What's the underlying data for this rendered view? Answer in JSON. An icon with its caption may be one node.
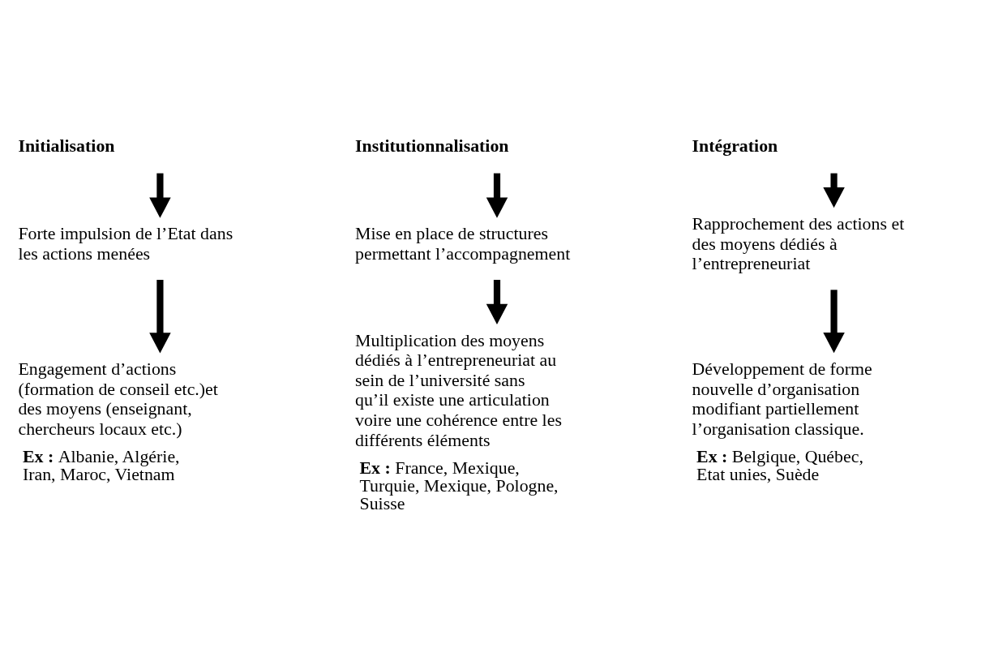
{
  "diagram": {
    "nodes": [
      {
        "text": [
          "Initialisation"
        ]
      },
      {
        "text": [
          "Forte impulsion de l’Etat dans les actions menées"
        ]
      },
      {
        "text": [
          "Engagement d’actions (formation de conseil etc.)et des moyens (enseignant, chercheurs locaux etc.)"
        ],
        "beside": [
          "**Ex :** Albanie, Algérie, Iran, Maroc, Vietnam"
        ]
      },
      {
        "text": [
          "Institutionnalisation"
        ]
      },
      {
        "text": [
          "Mise en place de structures permettant l’accompagnement"
        ]
      },
      {
        "text": [
          "Multiplication des moyens dédiés à l’entrepreneuriat au sein de l’université sans qu’il existe une articulation voire une cohérence entre les différents éléments"
        ],
        "beside": [
          "**Ex :** France, Mexique, Turquie, Mexique, Pologne, Suisse"
        ]
      },
      {
        "text": [
          "Intégration"
        ]
      },
      {
        "text": [
          "Rapprochement des actions et des moyens dédiés à l’entrepreneuriat"
        ]
      },
      {
        "text": [
          "Développement de forme nouvelle d’organisation modifiant partiellement l’organisation classique."
        ],
        "beside": [
          "**Ex :** Belgique, Québec, Etat unies, Suède"
        ]
      }
    ],
    "edges": [
      {
        "from": 0,
        "to": 1,
        "arrow": "to"
      },
      {
        "from": 1,
        "to": 2,
        "arrow": "to"
      },
      {
        "from": 3,
        "to": 4,
        "arrow": "to"
      },
      {
        "from": 4,
        "to": 5,
        "arrow": "to"
      },
      {
        "from": 6,
        "to": 7,
        "arrow": "to"
      },
      {
        "from": 7,
        "to": 8,
        "arrow": "to"
      }
    ]
  }
}
